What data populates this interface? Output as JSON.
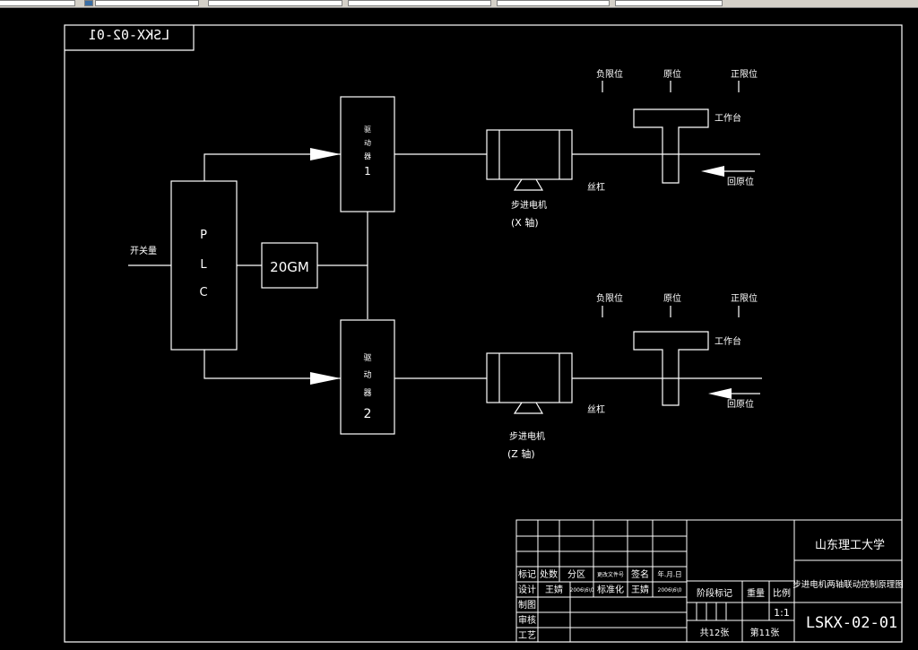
{
  "drawing": {
    "number_mirrored": "LSKX-02-01",
    "plc_letters": [
      "P",
      "L",
      "C"
    ],
    "input_label": "开关量",
    "gm_label": "20GM",
    "driver1": {
      "chars": [
        "驱",
        "动",
        "器"
      ],
      "num": "1"
    },
    "driver2": {
      "chars": [
        "驱",
        "动",
        "器"
      ],
      "num": "2"
    },
    "motor1_label": "步进电机",
    "motor1_axis": "(X 轴)",
    "motor2_label": "步进电机",
    "motor2_axis": "(Z 轴)",
    "screw_label": "丝杠",
    "neg_limit": "负限位",
    "origin": "原位",
    "pos_limit": "正限位",
    "table_label": "工作台",
    "return_label": "回原位"
  },
  "title_block": {
    "university": "山东理工大学",
    "drawing_title": "步进电机两轴联动控制原理图",
    "drawing_number": "LSKX-02-01",
    "headers": [
      "标记",
      "处数",
      "分区",
      "更改文件号",
      "签名",
      "年.月.日"
    ],
    "design_label": "设计",
    "designer": "王婧",
    "design_date": "2006\\6\\0",
    "standardize_label": "标准化",
    "standardizer": "王婧",
    "std_date": "2006\\6\\0",
    "drafting_label": "制图",
    "review_label": "审核",
    "process_label": "工艺",
    "stage_label": "阶段标记",
    "weight_label": "重量",
    "scale_label": "比例",
    "scale_value": "1:1",
    "total_sheets": "共12张",
    "sheet_no": "第11张"
  }
}
